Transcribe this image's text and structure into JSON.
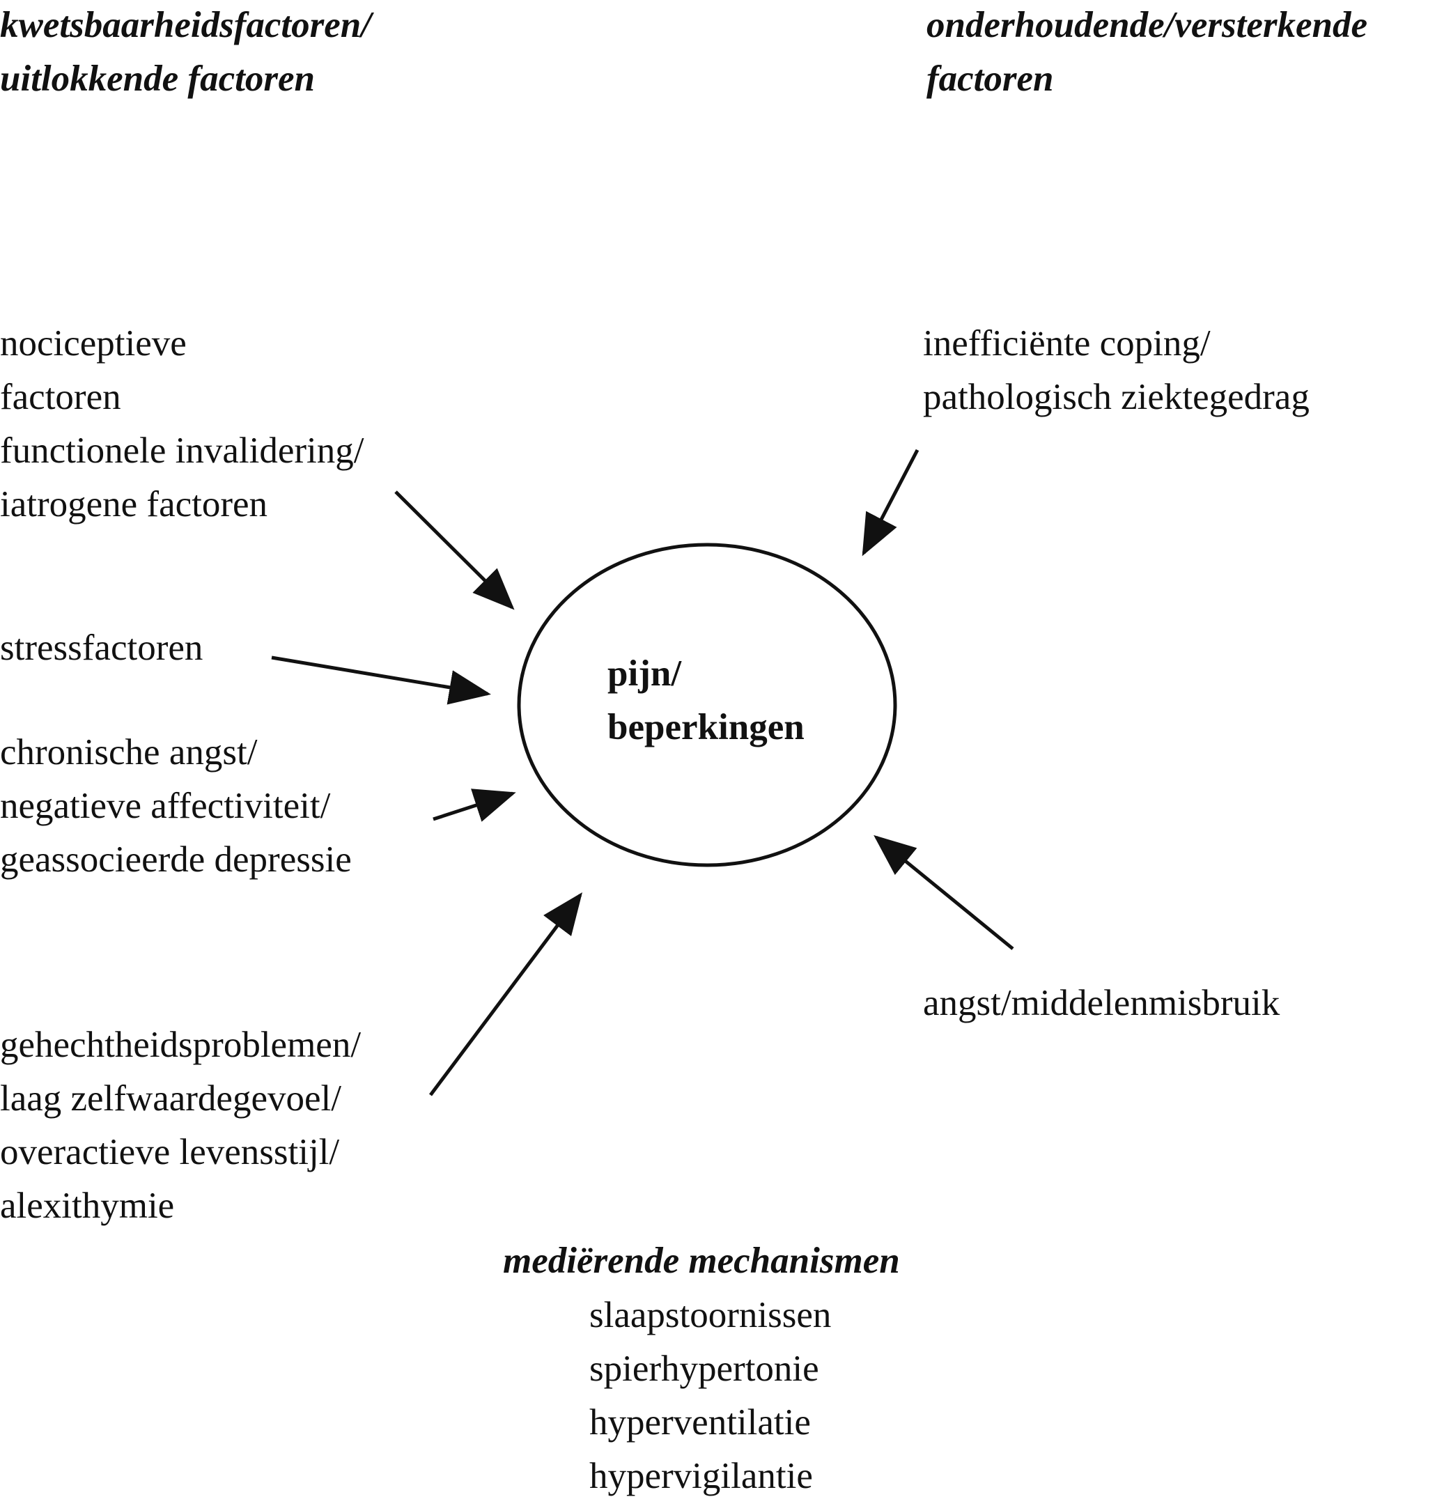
{
  "headings": {
    "left": [
      "kwetsbaarheidsfactoren/",
      "uitlokkende factoren"
    ],
    "right": [
      "onderhoudende/versterkende",
      "factoren"
    ],
    "bottom": "mediërende mechanismen"
  },
  "center": [
    "pijn/",
    "beperkingen"
  ],
  "left_factors": {
    "nociceptive": [
      "nociceptieve",
      "factoren",
      "functionele invalidering/",
      "iatrogene factoren"
    ],
    "stress": [
      "stressfactoren"
    ],
    "anxiety": [
      "chronische angst/",
      "negatieve affectiviteit/",
      "geassocieerde depressie"
    ],
    "attachment": [
      "gehechtheidsproblemen/",
      "laag zelfwaardegevoel/",
      "overactieve levensstijl/",
      "alexithymie"
    ]
  },
  "right_factors": {
    "coping": [
      "inefficiënte coping/",
      "pathologisch ziektegedrag"
    ],
    "substance": [
      "angst/middelenmisbruik"
    ]
  },
  "mediating": [
    "slaapstoornissen",
    "spierhypertonie",
    "hyperventilatie",
    "hypervigilantie"
  ]
}
